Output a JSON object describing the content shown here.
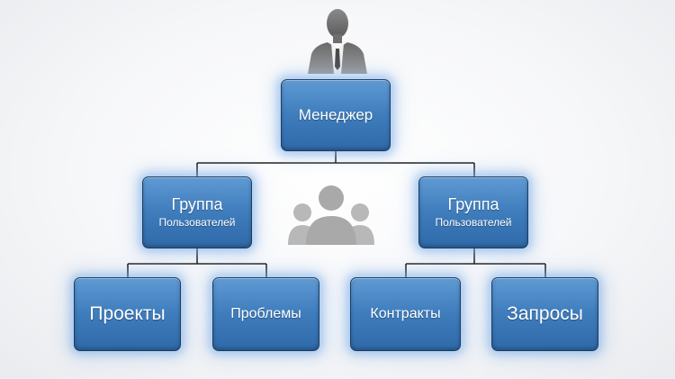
{
  "diagram": {
    "type": "org-chart",
    "root": {
      "title": "Менеджер",
      "children": [
        {
          "title": "Группа",
          "subtitle": "Пользователей",
          "children": [
            {
              "title": "Проекты"
            },
            {
              "title": "Проблемы"
            }
          ]
        },
        {
          "title": "Группа",
          "subtitle": "Пользователей",
          "children": [
            {
              "title": "Контракты"
            },
            {
              "title": "Запросы"
            }
          ]
        }
      ]
    },
    "icons": {
      "top": "manager-person-icon",
      "center": "user-group-icon"
    },
    "colors": {
      "node_fill": "#3f7dbd",
      "node_border": "#1a3d63",
      "node_glow": "#78aae6",
      "connector": "#1e1e1e",
      "icon_gray": "#b8b8b8",
      "person_dark": "#6a6a6a"
    }
  }
}
